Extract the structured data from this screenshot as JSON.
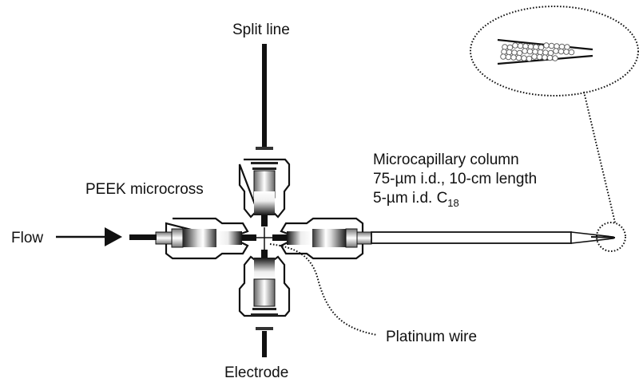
{
  "diagram": {
    "labels": {
      "split_line": "Split line",
      "peek_microcross": "PEEK microcross",
      "flow": "Flow",
      "column_line1": "Microcapillary column",
      "column_line2": "75-µm i.d., 10-cm length",
      "column_line3_prefix": "5-µm i.d. C",
      "column_line3_subscript": "18",
      "platinum_wire": "Platinum wire",
      "electrode": "Electrode"
    },
    "components": [
      {
        "name": "split-line",
        "label_ref": "split_line"
      },
      {
        "name": "peek-microcross",
        "label_ref": "peek_microcross"
      },
      {
        "name": "flow-inlet",
        "label_ref": "flow"
      },
      {
        "name": "microcapillary-column",
        "label_ref": "column_line1"
      },
      {
        "name": "platinum-wire",
        "label_ref": "platinum_wire"
      },
      {
        "name": "electrode",
        "label_ref": "electrode"
      },
      {
        "name": "packed-tip-inset"
      }
    ],
    "colors": {
      "ink": "#111111",
      "background": "#ffffff"
    }
  }
}
